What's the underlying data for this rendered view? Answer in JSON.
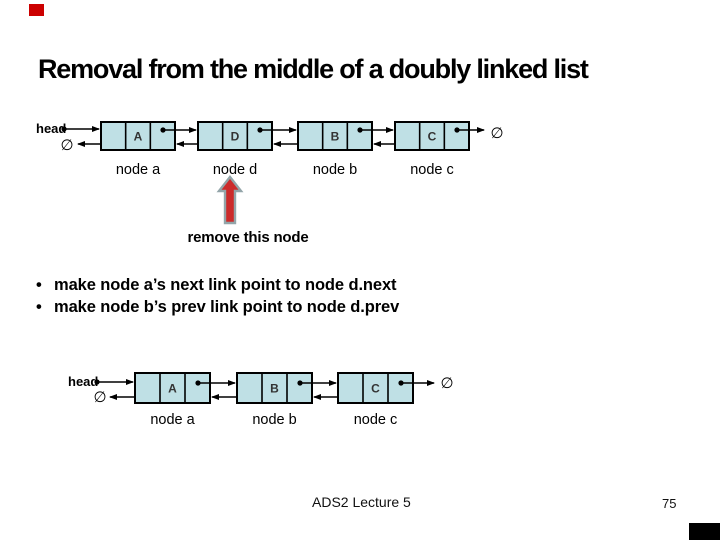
{
  "slide": {
    "title": "Removal from the middle of a doubly linked list",
    "annotation_label": "remove this node",
    "bullets": [
      "make node a’s next link point to node d.next",
      "make node b’s prev link point to node d.prev"
    ],
    "footer": {
      "lecture": "ADS2 Lecture 5",
      "page": "75"
    },
    "accent_marks": {
      "top_left_color": "#cc0000",
      "bottom_right_color": "#000000"
    }
  },
  "diagrams": {
    "colors": {
      "node_fill": "#bfe0e5",
      "node_border": "#000000",
      "pointer_line": "#000000",
      "remove_arrow_fill": "#cc2b2b",
      "remove_arrow_outline": "#93a5a9"
    },
    "top": {
      "head_label": "head",
      "null_symbol": "∅",
      "nodes": [
        {
          "letter": "A",
          "label": "node a"
        },
        {
          "letter": "D",
          "label": "node d"
        },
        {
          "letter": "B",
          "label": "node b"
        },
        {
          "letter": "C",
          "label": "node c"
        }
      ]
    },
    "bottom": {
      "head_label": "head",
      "null_symbol": "∅",
      "nodes": [
        {
          "letter": "A",
          "label": "node a"
        },
        {
          "letter": "B",
          "label": "node b"
        },
        {
          "letter": "C",
          "label": "node c"
        }
      ]
    }
  }
}
